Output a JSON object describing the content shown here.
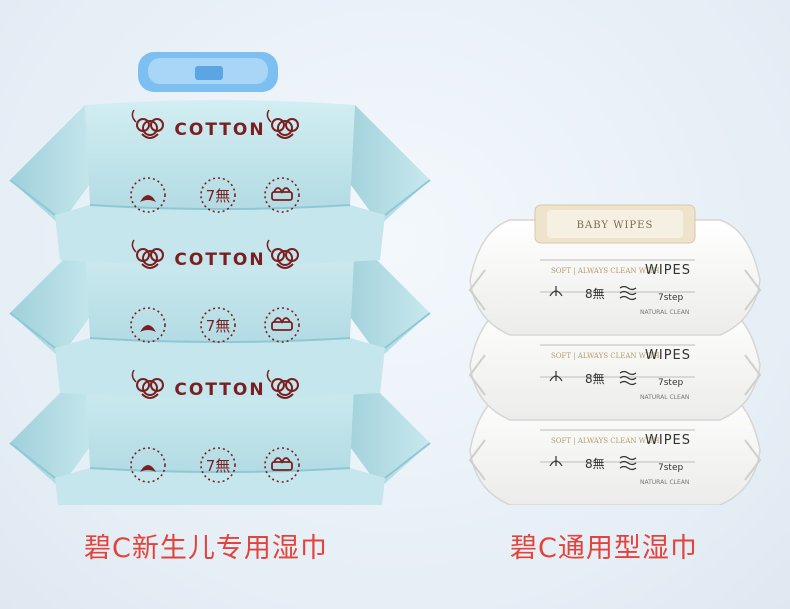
{
  "products": {
    "left": {
      "caption": "碧C新生儿专用湿巾",
      "brand_text": "COTTON",
      "badge_text": "7無",
      "colors": {
        "pack": "#bfe3ea",
        "pack_dark": "#8ec8d4",
        "lid": "#6fb6ee",
        "print": "#7a1f1f"
      }
    },
    "right": {
      "caption": "碧C通用型湿巾",
      "lid_label": "BABY WIPES",
      "tagline": "SOFT | ALWAYS CLEAN WITH",
      "brand_text": "WIPES",
      "badge_text": "8無",
      "step_text": "7step",
      "footer_text": "NATURAL CLEAN",
      "colors": {
        "pack": "#f7f7f5",
        "pack_shade": "#dcdcda",
        "lid": "#e8dcc0",
        "print": "#333333"
      }
    }
  },
  "icons": [
    "cotton-flower-icon",
    "leaf-hand-icon",
    "tissue-stack-icon",
    "wave-layers-icon"
  ]
}
